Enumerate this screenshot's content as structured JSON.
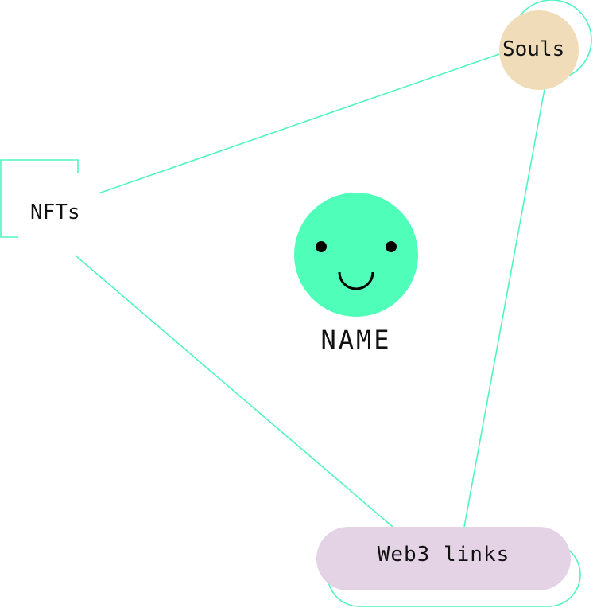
{
  "center": {
    "name": "NAME"
  },
  "nodes": {
    "nfts": {
      "label": "NFTs"
    },
    "souls": {
      "label": "Souls"
    },
    "web3": {
      "label": "Web3 links"
    }
  },
  "colors": {
    "line": "#4ff5c1",
    "avatar": "#4fffb9",
    "souls_fill": "#f0dcb8",
    "web3_fill": "#e3d3e5",
    "text": "#111111"
  }
}
